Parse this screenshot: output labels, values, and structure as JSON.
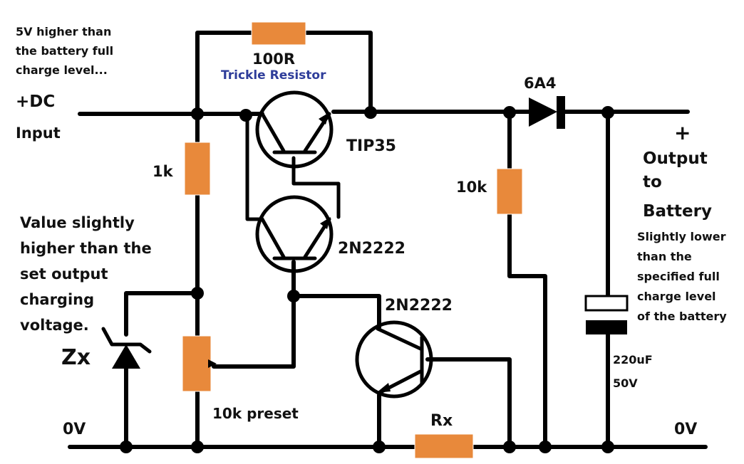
{
  "labels": {
    "input_note": [
      "5V higher than",
      "the battery full",
      "charge level..."
    ],
    "dc_plus": "+DC",
    "input": "Input",
    "r_trickle_value": "100R",
    "r_trickle_name": "Trickle Resistor",
    "q1": "TIP35",
    "q2": "2N2222",
    "q3": "2N2222",
    "diode": "6A4",
    "r1": "1k",
    "r_div": "10k",
    "zener_note": [
      "Value slightly",
      "higher than the",
      "set output",
      "charging",
      "voltage."
    ],
    "zener": "Zx",
    "preset": "10k preset",
    "rx": "Rx",
    "ground_left": "0V",
    "ground_right": "0V",
    "out_plus": "+",
    "output": [
      "Output",
      "to",
      "Battery"
    ],
    "out_note": [
      "Slightly lower",
      "than the",
      "specified full",
      "charge level",
      "of the battery"
    ],
    "cap_value": [
      "220uF",
      "50V"
    ]
  }
}
